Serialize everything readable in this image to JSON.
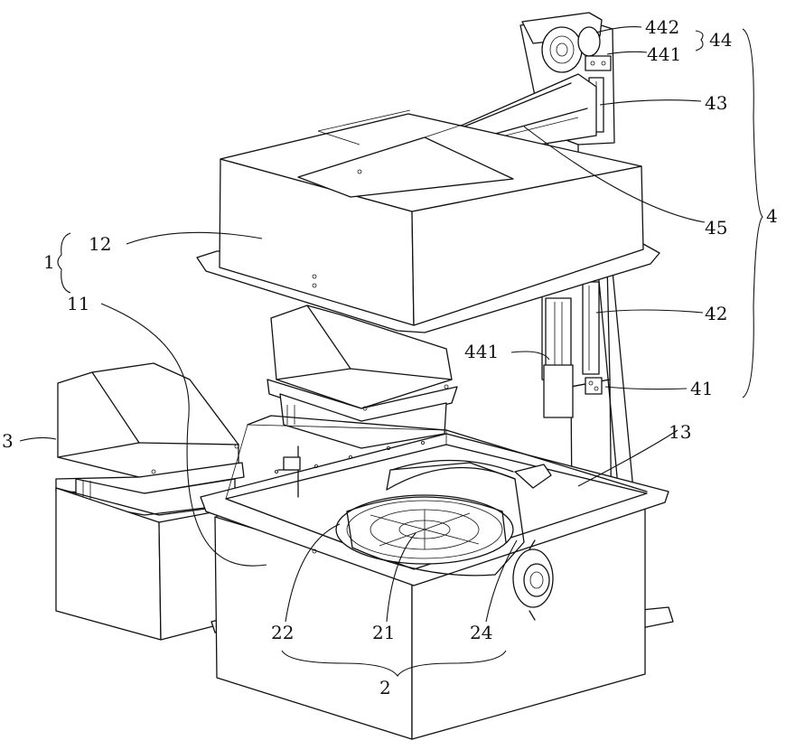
{
  "labels": {
    "l442": "442",
    "l441_top": "441",
    "l44": "44",
    "l43": "43",
    "l45": "45",
    "l4": "4",
    "l12": "12",
    "l1": "1",
    "l11": "11",
    "l42": "42",
    "l441_mid": "441",
    "l41": "41",
    "l3": "3",
    "l13": "13",
    "l22": "22",
    "l21": "21",
    "l24": "24",
    "l2": "2"
  }
}
